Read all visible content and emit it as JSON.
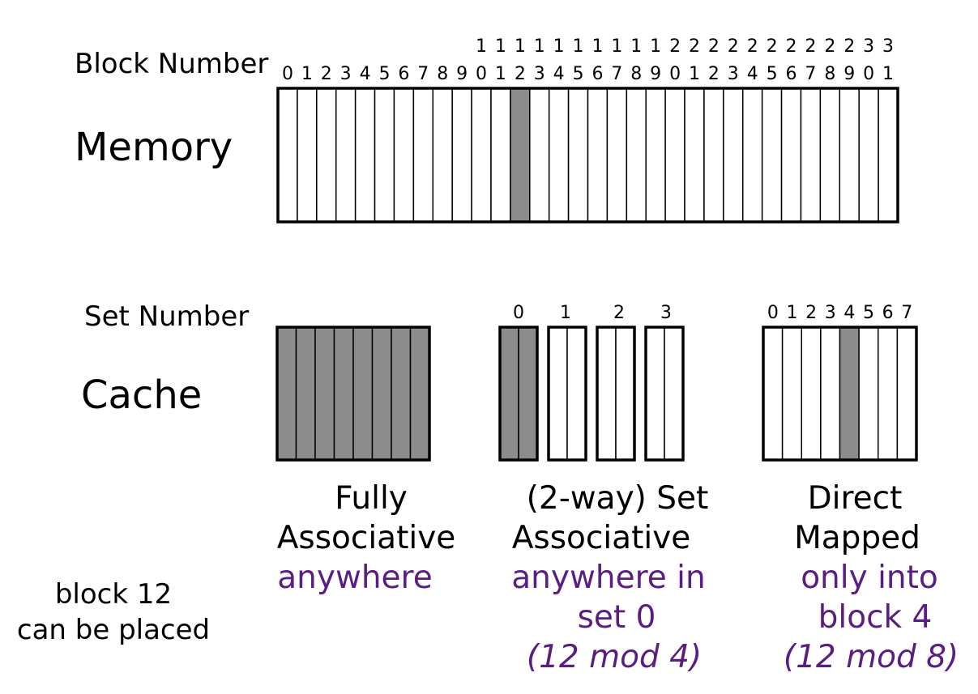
{
  "labels": {
    "block_number": "Block Number",
    "memory": "Memory",
    "set_number": "Set Number",
    "cache": "Cache"
  },
  "memory": {
    "block_count": 32,
    "highlighted_block": 12,
    "block_numbers": [
      "0",
      "1",
      "2",
      "3",
      "4",
      "5",
      "6",
      "7",
      "8",
      "9",
      "10",
      "11",
      "12",
      "13",
      "14",
      "15",
      "16",
      "17",
      "18",
      "19",
      "20",
      "21",
      "22",
      "23",
      "24",
      "25",
      "26",
      "27",
      "28",
      "29",
      "30",
      "31"
    ]
  },
  "fully_associative": {
    "block_count": 8,
    "title_line1": "Fully",
    "title_line2": "Associative",
    "placement": "anywhere"
  },
  "set_associative": {
    "set_labels": [
      "0",
      "1",
      "2",
      "3"
    ],
    "ways": 2,
    "highlighted_set": 0,
    "title_line1": "(2-way) Set",
    "title_line2": "Associative",
    "placement_line1": "anywhere in",
    "placement_line2": "set 0",
    "formula": "(12 mod 4)"
  },
  "direct_mapped": {
    "block_labels": [
      "0",
      "1",
      "2",
      "3",
      "4",
      "5",
      "6",
      "7"
    ],
    "highlighted_block": 4,
    "title_line1": "Direct",
    "title_line2": "Mapped",
    "placement_line1": "only into",
    "placement_line2": "block 4",
    "formula": "(12 mod 8)"
  },
  "note": {
    "line1": "block 12",
    "line2": "can be placed"
  },
  "colors": {
    "highlight": "#8c8c8c",
    "purple": "#5a1e82",
    "outline": "#000000"
  }
}
